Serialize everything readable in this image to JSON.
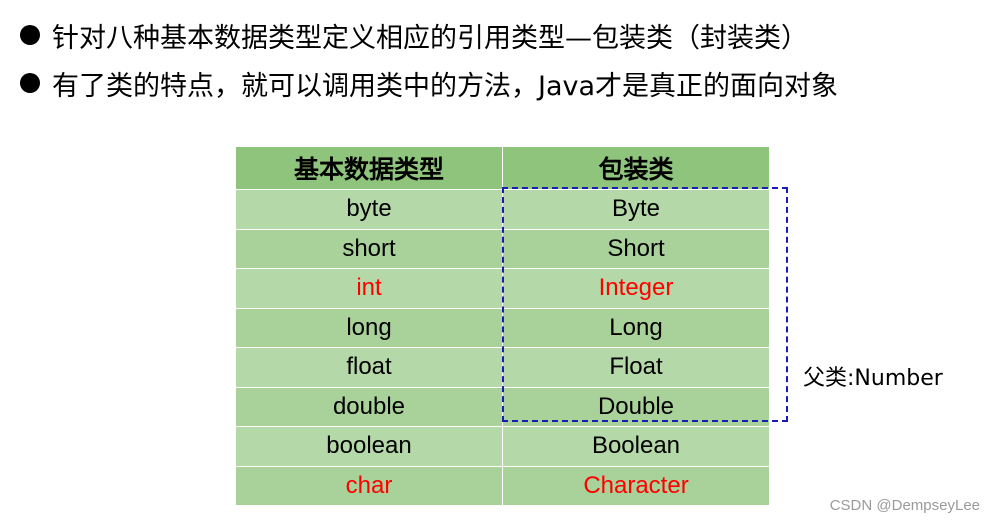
{
  "bullets": [
    "针对八种基本数据类型定义相应的引用类型—包装类（封装类）",
    "有了类的特点，就可以调用类中的方法，Java才是真正的面向对象"
  ],
  "table": {
    "headers": [
      "基本数据类型",
      "包装类"
    ],
    "rows": [
      {
        "primitive": "byte",
        "wrapper": "Byte",
        "highlight": false
      },
      {
        "primitive": "short",
        "wrapper": "Short",
        "highlight": false
      },
      {
        "primitive": "int",
        "wrapper": "Integer",
        "highlight": true
      },
      {
        "primitive": "long",
        "wrapper": "Long",
        "highlight": false
      },
      {
        "primitive": "float",
        "wrapper": "Float",
        "highlight": false
      },
      {
        "primitive": "double",
        "wrapper": "Double",
        "highlight": false
      },
      {
        "primitive": "boolean",
        "wrapper": "Boolean",
        "highlight": false
      },
      {
        "primitive": "char",
        "wrapper": "Character",
        "highlight": true
      }
    ]
  },
  "annotation": {
    "parent_label": "父类:Number"
  },
  "watermark": "CSDN @DempseyLee",
  "colors": {
    "header_bg": "#8fc47c",
    "row_bg_light": "#b5d8a8",
    "row_bg_dark": "#a9d19a",
    "highlight_text": "#ff0000",
    "dashed_box": "#1a1ab5"
  }
}
